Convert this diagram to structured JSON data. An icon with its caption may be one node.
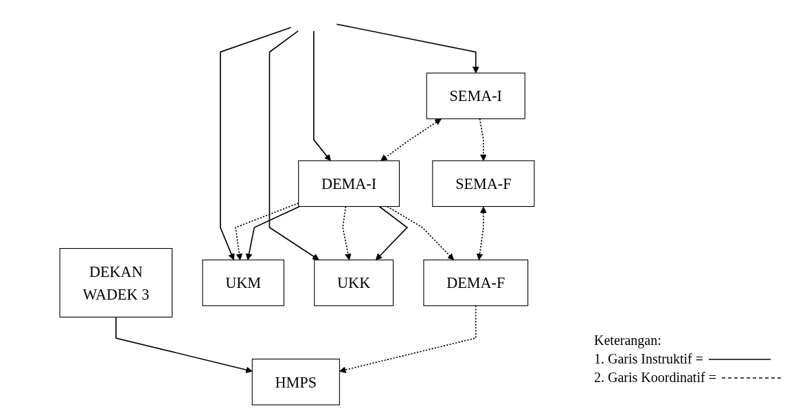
{
  "diagram": {
    "nodes": [
      {
        "text": [
          "DEKAN",
          "WADEK 3"
        ]
      },
      {
        "text": [
          "SEMA-I"
        ]
      },
      {
        "text": [
          "DEMA-I"
        ]
      },
      {
        "text": [
          "UKM"
        ]
      },
      {
        "text": [
          "UKK"
        ]
      },
      {
        "text": [
          "SEMA-F"
        ]
      },
      {
        "text": [
          "DEMA-F"
        ]
      },
      {
        "text": [
          "HMPS"
        ]
      }
    ],
    "edges": [
      {
        "from": null,
        "to": 1,
        "arrow": "to"
      },
      {
        "from": null,
        "to": 2,
        "arrow": "to"
      },
      {
        "from": null,
        "to": 3,
        "arrow": "to"
      },
      {
        "from": null,
        "to": 4,
        "arrow": "to"
      },
      {
        "from": 1,
        "to": 2,
        "arrow": "both",
        "style": "dashed"
      },
      {
        "from": 2,
        "to": 3,
        "arrow": "to",
        "style": "dashed"
      },
      {
        "from": 2,
        "to": 4,
        "arrow": "to",
        "style": "dashed"
      },
      {
        "from": 2,
        "to": 3,
        "arrow": "to"
      },
      {
        "from": 2,
        "to": 4,
        "arrow": "to"
      },
      {
        "from": 0,
        "to": 7,
        "arrow": "to"
      },
      {
        "from": 1,
        "to": 5,
        "arrow": "to",
        "style": "dashed"
      },
      {
        "from": 2,
        "to": 6,
        "arrow": "to",
        "style": "dashed"
      },
      {
        "from": 5,
        "to": 6,
        "arrow": "both",
        "style": "dashed"
      },
      {
        "from": 6,
        "to": 7,
        "arrow": "to",
        "style": "dashed"
      }
    ],
    "labels": [
      "Keterangan:"
    ],
    "legend": [
      {
        "text": "1. Garis Instruktif ="
      },
      {
        "text": "2. Garis Koordinatif ="
      }
    ]
  }
}
